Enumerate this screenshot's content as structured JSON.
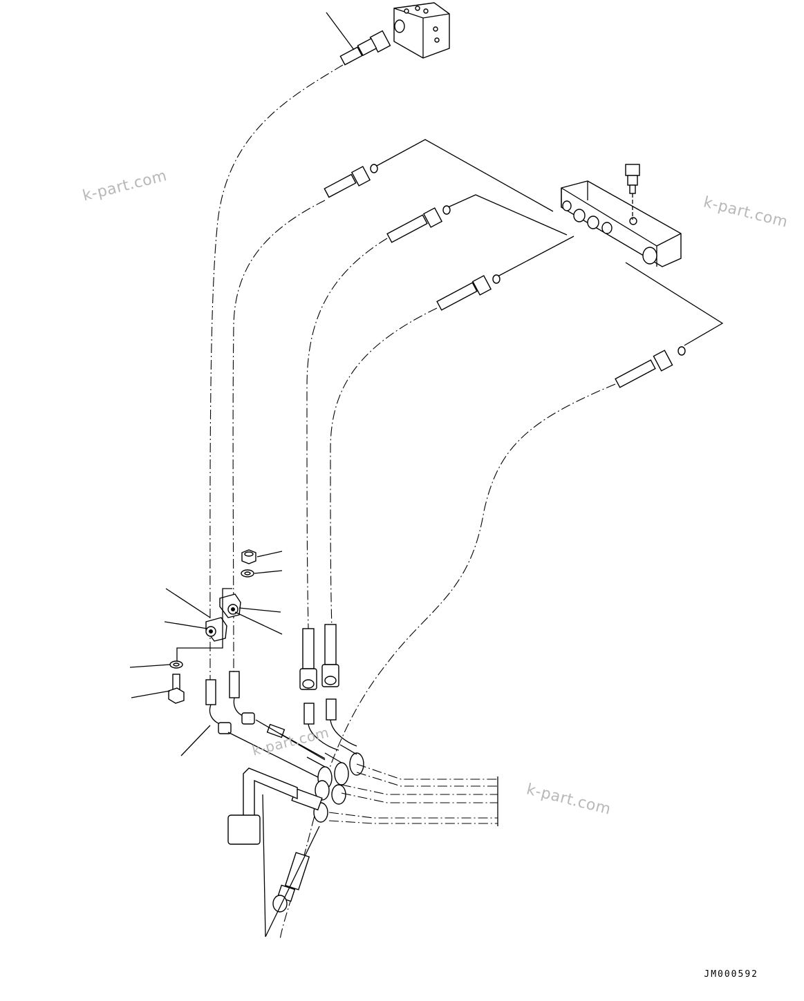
{
  "watermarks": [
    "k-part.com",
    "k-part.com",
    "k-part.com",
    "k-part.com"
  ],
  "drawing_id": "JM000592"
}
